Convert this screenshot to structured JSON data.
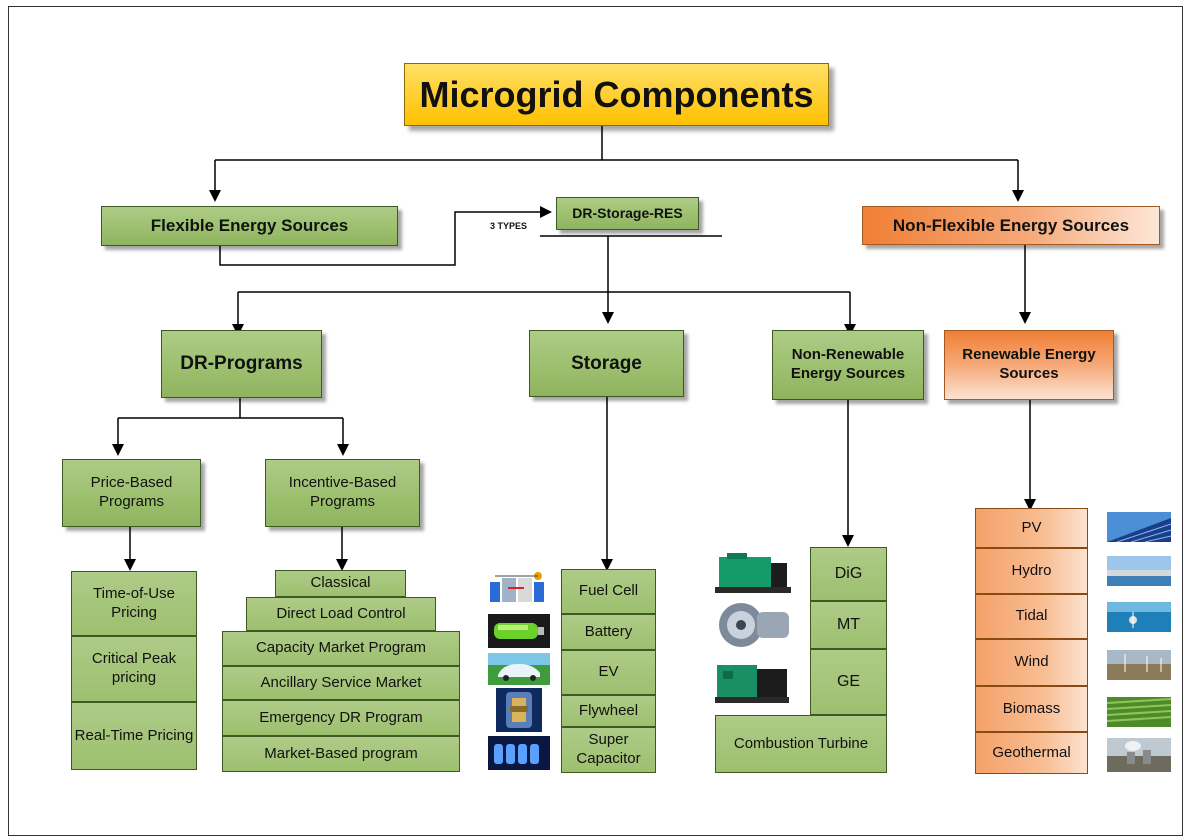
{
  "title": "Microgrid Components",
  "flexible": "Flexible Energy Sources",
  "non_flexible": "Non-Flexible Energy Sources",
  "dr_storage_res": "DR-Storage-RES",
  "three_types": "3 TYPES",
  "dr_programs": "DR-Programs",
  "storage": "Storage",
  "non_renewable": "Non-Renewable Energy Sources",
  "renewable": "Renewable Energy Sources",
  "price_based": "Price-Based Programs",
  "incentive_based": "Incentive-Based Programs",
  "price_items": [
    "Time-of-Use Pricing",
    "Critical Peak pricing",
    "Real-Time Pricing"
  ],
  "incentive_items": [
    "Classical",
    "Direct Load Control",
    "Capacity Market Program",
    "Ancillary Service Market",
    "Emergency DR Program",
    "Market-Based program"
  ],
  "storage_items": [
    "Fuel Cell",
    "Battery",
    "EV",
    "Flywheel",
    "Super Capacitor"
  ],
  "non_renewable_items": [
    "DiG",
    "MT",
    "GE",
    "Combustion Turbine"
  ],
  "renewable_items": [
    "PV",
    "Hydro",
    "Tidal",
    "Wind",
    "Biomass",
    "Geothermal"
  ],
  "colors": {
    "green": "#9dc06f",
    "orange": "#f07f36",
    "gold": "#ffc000",
    "line": "#000000"
  },
  "icons": {
    "storage": [
      "fuel-cell-diagram-icon",
      "battery-icon",
      "electric-vehicle-icon",
      "flywheel-icon",
      "supercapacitor-icon"
    ],
    "non_renewable": [
      "diesel-generator-icon",
      "microturbine-icon",
      "gas-engine-icon"
    ],
    "renewable": [
      "solar-panel-photo",
      "hydro-dam-photo",
      "tidal-turbine-photo",
      "wind-farm-photo",
      "biomass-field-photo",
      "geothermal-plant-photo"
    ]
  }
}
